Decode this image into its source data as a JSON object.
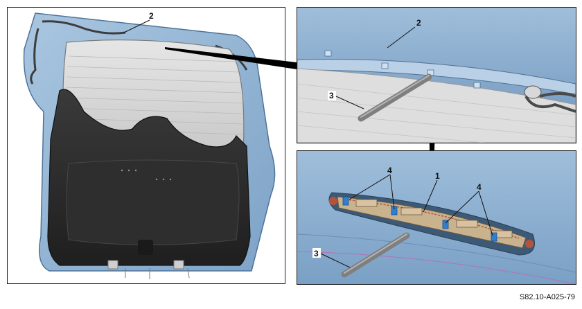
{
  "diagram": {
    "reference_code": "S82.10-A025-79",
    "callouts": {
      "main_2": "2",
      "top_2": "2",
      "top_3": "3",
      "bottom_1": "1",
      "bottom_4_left": "4",
      "bottom_4_right": "4",
      "bottom_3": "3"
    }
  },
  "colors": {
    "body_blue": "#8fb2d3",
    "body_blue_dark": "#5f86ad",
    "glass": "#d9d9d9",
    "trim_black": "#2b2b2b",
    "light_housing": "#c9b28e",
    "tool_gray": "#8a8a8a",
    "clip_blue": "#2f7fd1",
    "red_seal": "#b5533a"
  }
}
